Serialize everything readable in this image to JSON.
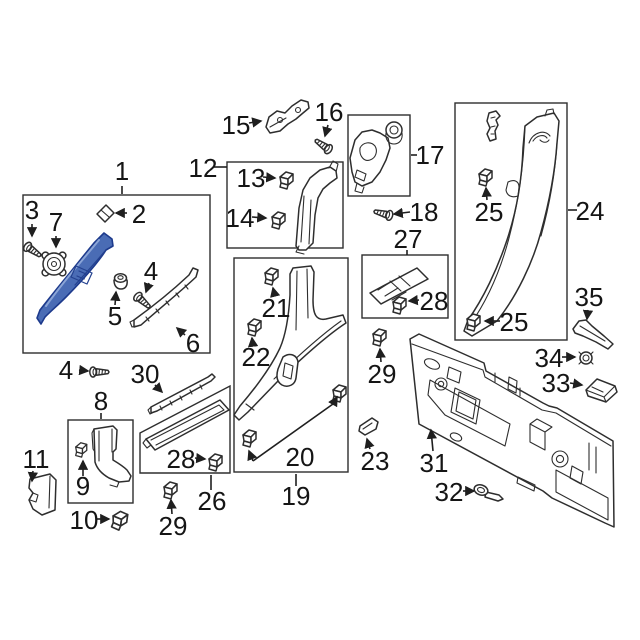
{
  "diagram": {
    "kind": "exploded-parts-diagram",
    "background_color": "#ffffff",
    "line_color": "#2e2e2e",
    "text_color": "#151515",
    "highlight_fill": "#4a6cb5",
    "highlight_stroke": "#1d3a8c",
    "highlight_light": "#8aa4d6"
  },
  "callouts": {
    "c1": "1",
    "c2": "2",
    "c3": "3",
    "c4_inner": "4",
    "c4_outer": "4",
    "c5": "5",
    "c6": "6",
    "c7": "7",
    "c8": "8",
    "c9": "9",
    "c10": "10",
    "c11": "11",
    "c12": "12",
    "c13": "13",
    "c14": "14",
    "c15": "15",
    "c16": "16",
    "c17": "17",
    "c18": "18",
    "c19": "19",
    "c20": "20",
    "c21": "21",
    "c22": "22",
    "c23": "23",
    "c24": "24",
    "c25_upper": "25",
    "c25_lower": "25",
    "c26": "26",
    "c27": "27",
    "c28_left": "28",
    "c28_right": "28",
    "c29_left": "29",
    "c29_right": "29",
    "c30": "30",
    "c31": "31",
    "c32": "32",
    "c33": "33",
    "c34": "34",
    "c35": "35"
  }
}
